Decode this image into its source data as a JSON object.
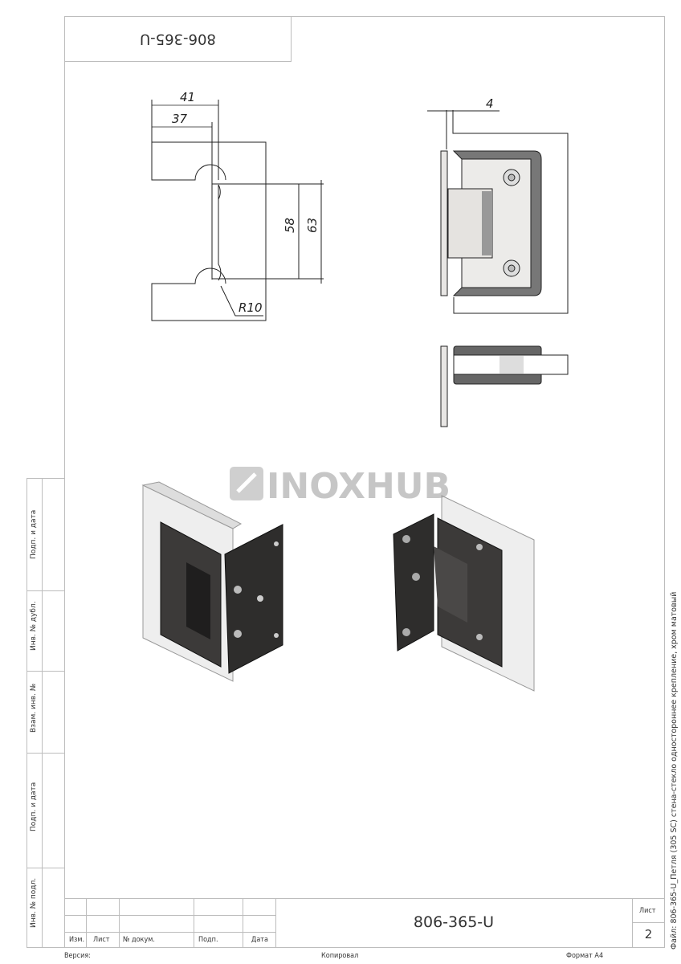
{
  "header": {
    "designation_rotated": "806-365-U"
  },
  "drawing_front": {
    "dimensions": {
      "width_outer": "41",
      "width_inner": "37",
      "height_inner": "58",
      "height_outer": "63",
      "radius": "R10"
    }
  },
  "drawing_side": {
    "dimensions": {
      "thickness": "4"
    }
  },
  "watermark": "INOXHUB",
  "left_stamps": [
    "Подп. и дата",
    "Инв. № дубл.",
    "Взам. инв. №",
    "Подп. и дата",
    "Инв. № подл."
  ],
  "title_block": {
    "columns": [
      "Изм.",
      "Лист",
      "№ докум.",
      "Подп.",
      "Дата"
    ],
    "designation": "806-365-U",
    "sheet_label": "Лист",
    "sheet_number": "2"
  },
  "footer": {
    "version_label": "Версия:",
    "copied_label": "Копировал",
    "format_label": "Формат А4"
  },
  "file_caption": "Файл: 806-365-U_Петля (305 SC) стена-стекло одностороннее крепление, хром матовый"
}
